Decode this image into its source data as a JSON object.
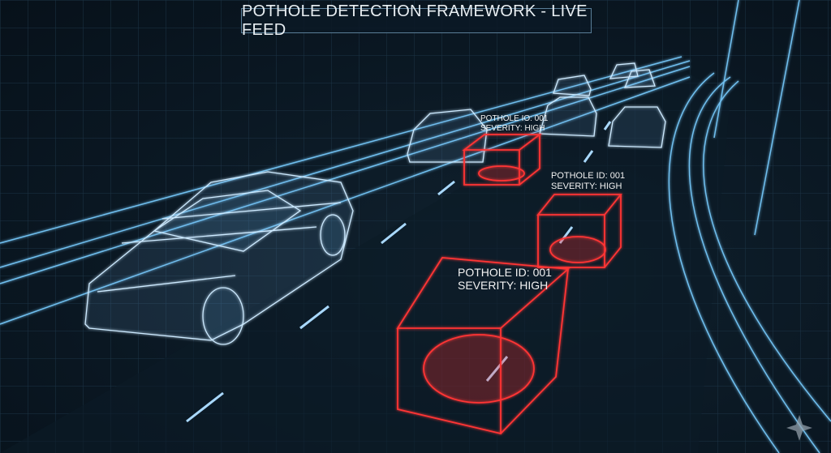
{
  "header": {
    "title": "POTHOLE DETECTION FRAMEWORK - LIVE FEED"
  },
  "detections": [
    {
      "id_line": "POTHOLE IO: 001",
      "severity_line": "SEVERITY: HIGH"
    },
    {
      "id_line": "POTHOLE ID: 001",
      "severity_line": "SEVERITY: HIGH"
    },
    {
      "id_line": "POTHOLE ID: 001",
      "severity_line": "SEVERITY: HIGH"
    }
  ],
  "colors": {
    "wireframe": "#bfe4ff",
    "detection": "#ff3030",
    "grid": "#1c3446",
    "background": "#0a1722"
  },
  "icons": [
    "sparkle-watermark-icon"
  ]
}
